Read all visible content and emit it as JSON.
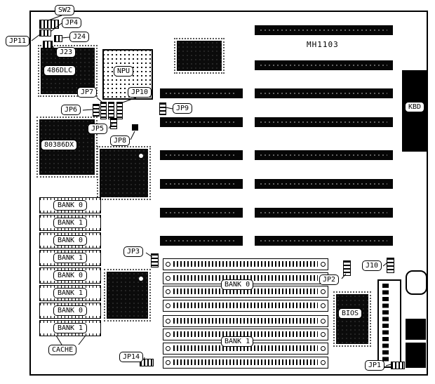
{
  "board": {
    "model": "MH1103"
  },
  "labels": {
    "sw2": "SW2",
    "jp4": "JP4",
    "j24": "J24",
    "jp11": "JP11",
    "j23": "J23",
    "cpu486": "486DLC",
    "npu": "NPU",
    "jp7": "JP7",
    "jp10": "JP10",
    "jp6": "JP6",
    "jp9": "JP9",
    "jp5": "JP5",
    "jp8": "JP8",
    "cpu386": "80386DX",
    "kbd": "KBD",
    "cache": "CACHE",
    "jp3": "JP3",
    "jp2": "JP2",
    "j10": "J10",
    "bios": "BIOS",
    "jp14": "JP14",
    "jp1": "JP1",
    "dram_bank0": "BANK 0",
    "dram_bank1": "BANK 1"
  },
  "cache_banks": [
    "BANK 0",
    "BANK 1",
    "BANK 0",
    "BANK 1",
    "BANK 0",
    "BANK 1",
    "BANK 0",
    "BANK 1"
  ],
  "colors": {
    "background": "#ffffff",
    "line": "#000000",
    "chip": "#0b0b0b"
  }
}
